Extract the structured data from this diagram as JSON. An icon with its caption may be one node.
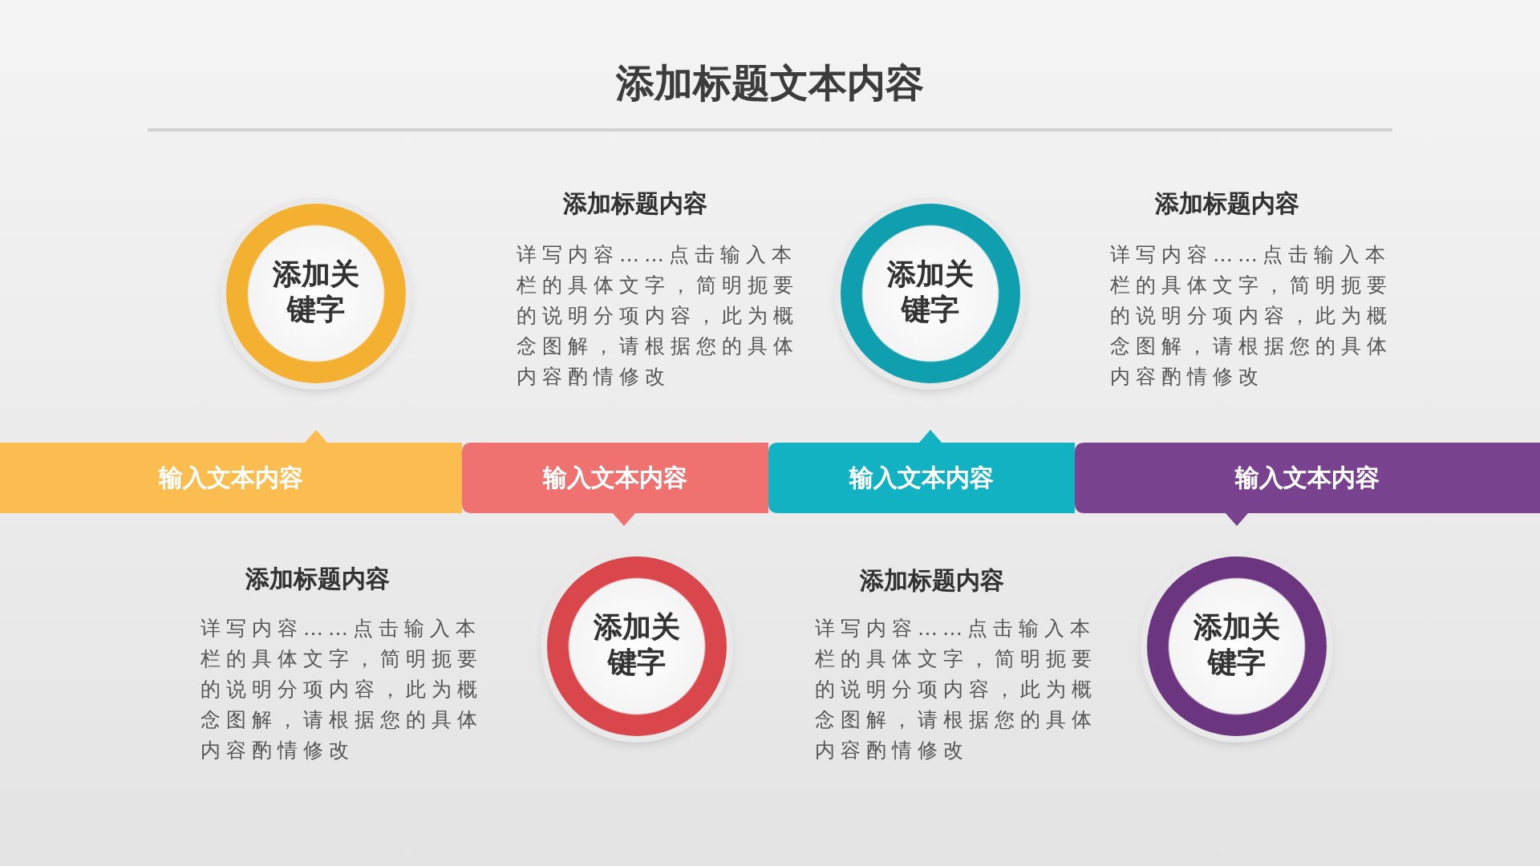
{
  "diagram": {
    "title": "添加标题文本内容",
    "nodes": [
      {
        "text": [
          "输入文本内容"
        ]
      },
      {
        "text": [
          "输入文本内容"
        ]
      },
      {
        "text": [
          "输入文本内容"
        ]
      },
      {
        "text": [
          "输入文本内容"
        ]
      },
      {
        "text": [
          "添加关键字"
        ],
        "beside": [
          "添加标题内容",
          "详写内容……点击输入本栏的具体文字，简明扼要的说明分项内容，此为概念图解，请根据您的具体内容酌情修改"
        ]
      },
      {
        "text": [
          "添加关键字"
        ],
        "beside": [
          "添加标题内容",
          "详写内容……点击输入本栏的具体文字，简明扼要的说明分项内容，此为概念图解，请根据您的具体内容酌情修改"
        ]
      },
      {
        "text": [
          "添加关键字"
        ],
        "beside": [
          "添加标题内容",
          "详写内容……点击输入本栏的具体文字，简明扼要的说明分项内容，此为概念图解，请根据您的具体内容酌情修改"
        ]
      },
      {
        "text": [
          "添加关键字"
        ],
        "beside": [
          "添加标题内容",
          "详写内容……点击输入本栏的具体文字，简明扼要的说明分项内容，此为概念图解，请根据您的具体内容酌情修改"
        ]
      }
    ]
  }
}
